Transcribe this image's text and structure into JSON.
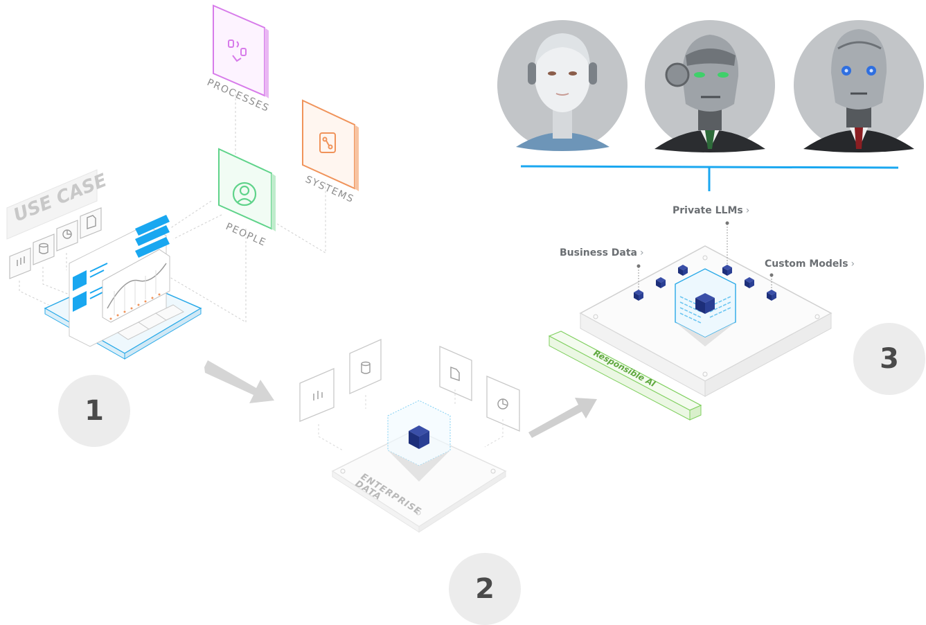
{
  "use_case": {
    "title": "USE CASE"
  },
  "pillars": {
    "processes": "PROCESSES",
    "systems": "SYSTEMS",
    "people": "PEOPLE"
  },
  "enterprise": {
    "line1": "ENTERPRISE",
    "line2": "DATA"
  },
  "platform": {
    "private_llms": "Private LLMs",
    "business_data": "Business Data",
    "custom_models": "Custom Models",
    "responsible_ai": "Responsible AI"
  },
  "steps": {
    "one": "1",
    "two": "2",
    "three": "3"
  },
  "colors": {
    "processes": "#d77bea",
    "systems": "#f0935a",
    "people": "#5fd38a",
    "accent_blue": "#19a7f0",
    "cube_navy": "#1d2f7a",
    "responsible_green": "#6cbf4a"
  },
  "avatars": [
    {
      "icon": "female-robot-avatar-icon"
    },
    {
      "icon": "green-eyed-robot-avatar-icon"
    },
    {
      "icon": "blue-eyed-robot-avatar-icon"
    }
  ]
}
